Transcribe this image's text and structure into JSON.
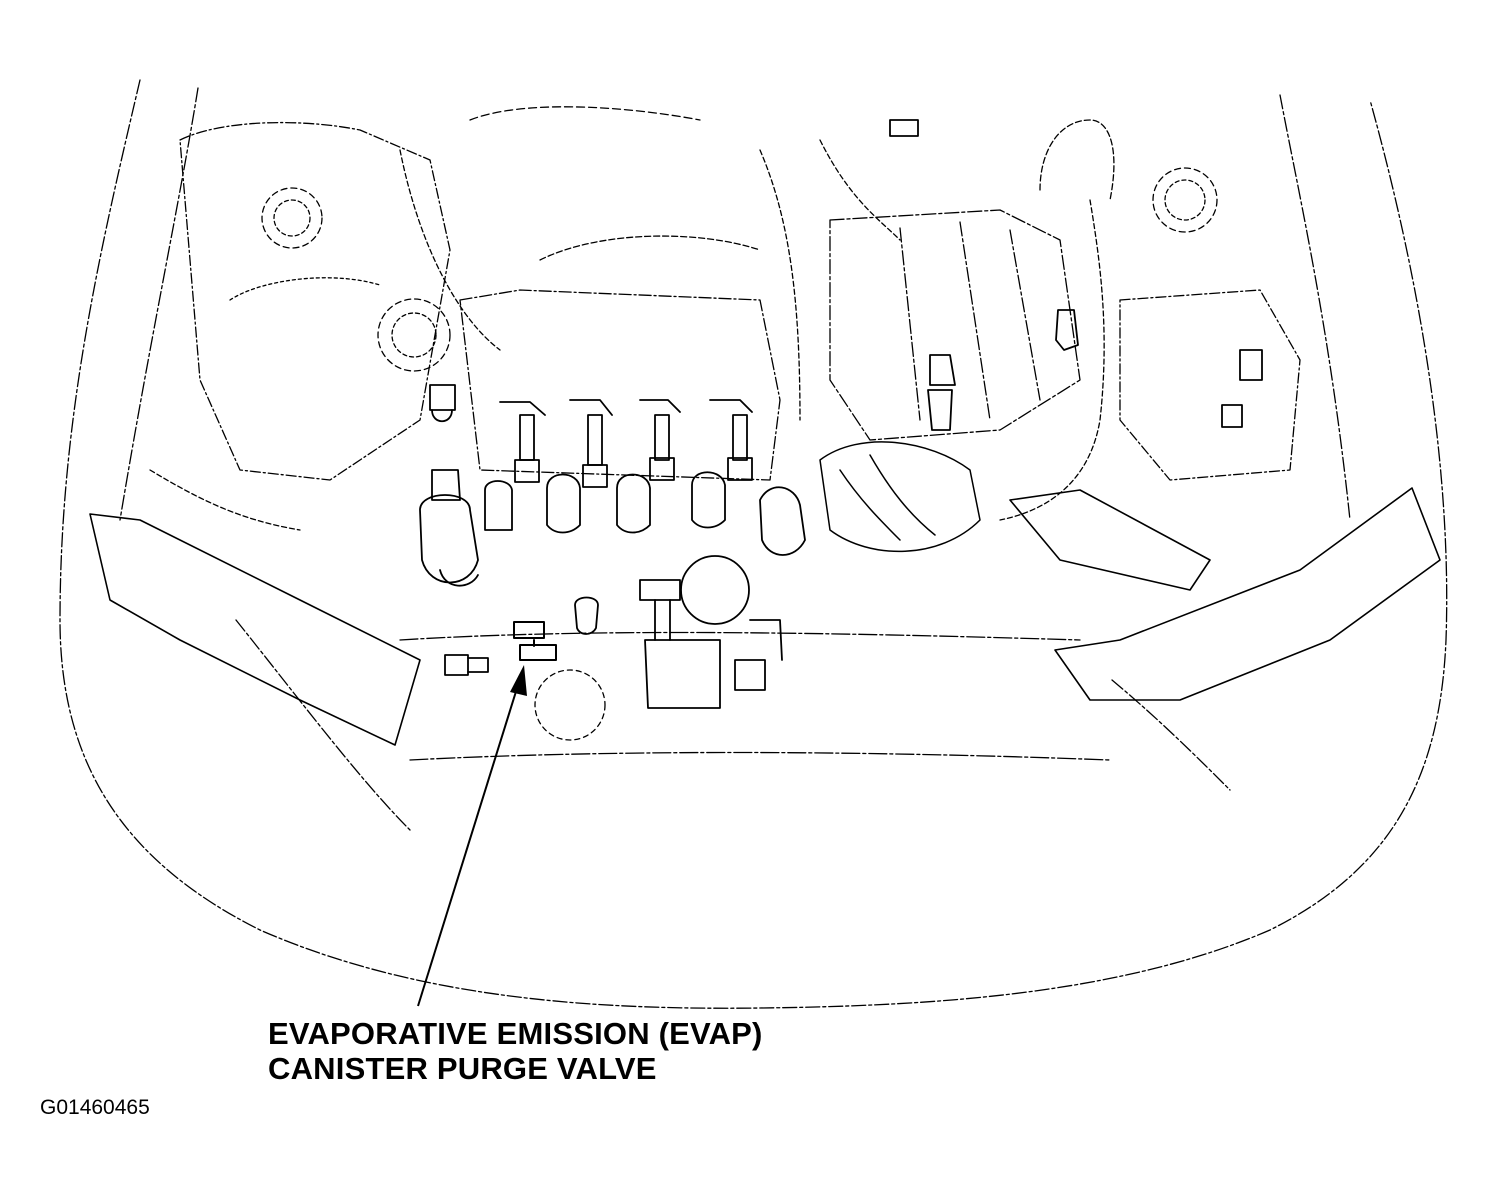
{
  "callout": {
    "line1": "EVAPORATIVE EMISSION (EVAP)",
    "line2": "CANISTER PURGE VALVE"
  },
  "figure_id": "G01460465",
  "colors": {
    "line": "#000000",
    "background": "#ffffff"
  }
}
